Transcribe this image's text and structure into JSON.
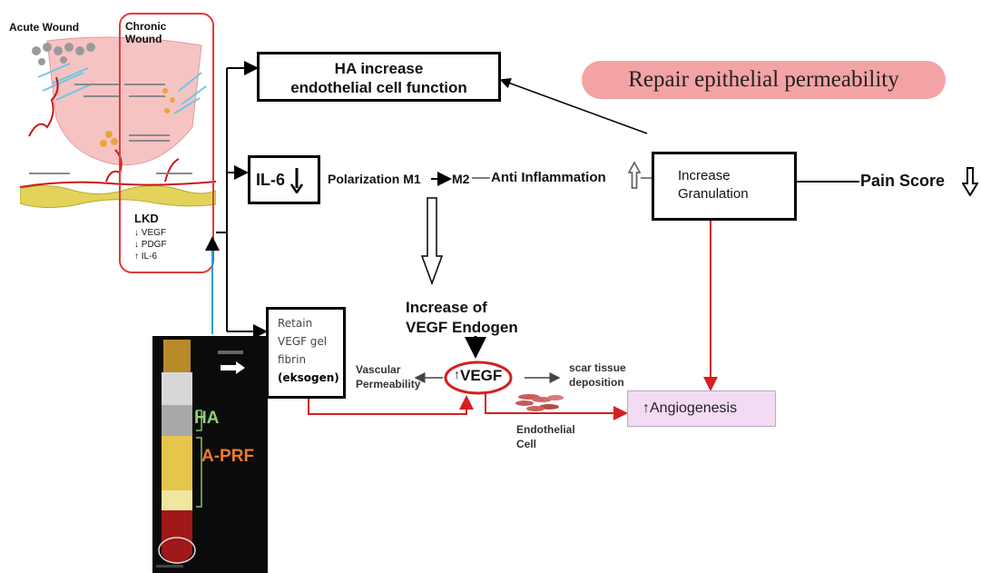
{
  "wound": {
    "acute_label": "Acute Wound",
    "chronic_label_1": "Chronic",
    "chronic_label_2": "Wound",
    "lkd_title": "LKD",
    "lkd_lines": [
      "↓ VEGF",
      "↓ PDGF",
      "↑ IL-6"
    ]
  },
  "boxes": {
    "ha_line1": "HA increase",
    "ha_line2": "endothelial cell function",
    "il6": "IL-6",
    "increase_granulation_1": "Increase",
    "increase_granulation_2": "Granulation",
    "retain_lines": [
      "Retain",
      "VEGF gel",
      "fibrin"
    ],
    "retain_bold": "(eksogen)",
    "angiogenesis": "↑Angiogenesis"
  },
  "labels": {
    "repair": "Repair epithelial permeability",
    "polarization": "Polarization M1",
    "m2": "M2",
    "anti_inflammation": "Anti Inflammation",
    "pain_score": "Pain Score",
    "increase_vegf_1": "Increase of",
    "increase_vegf_2": "VEGF Endogen",
    "vegf": "VEGF",
    "vegf_arrow": "↑",
    "vascular_1": "Vascular",
    "vascular_2": "Permeability",
    "scar_1": "scar tissue",
    "scar_2": "deposition",
    "endothelial_1": "Endothelial",
    "endothelial_2": "Cell"
  },
  "tube": {
    "ha_label": "HA",
    "aprf_label": "A-PRF"
  },
  "colors": {
    "red_line": "#d61f1f",
    "blue_line": "#2a9fd8",
    "repair_bg": "#f3a3a3",
    "angio_bg": "#f3dcf3",
    "aprf_text": "#ef7a2a",
    "ha_text": "#8fd07a"
  }
}
